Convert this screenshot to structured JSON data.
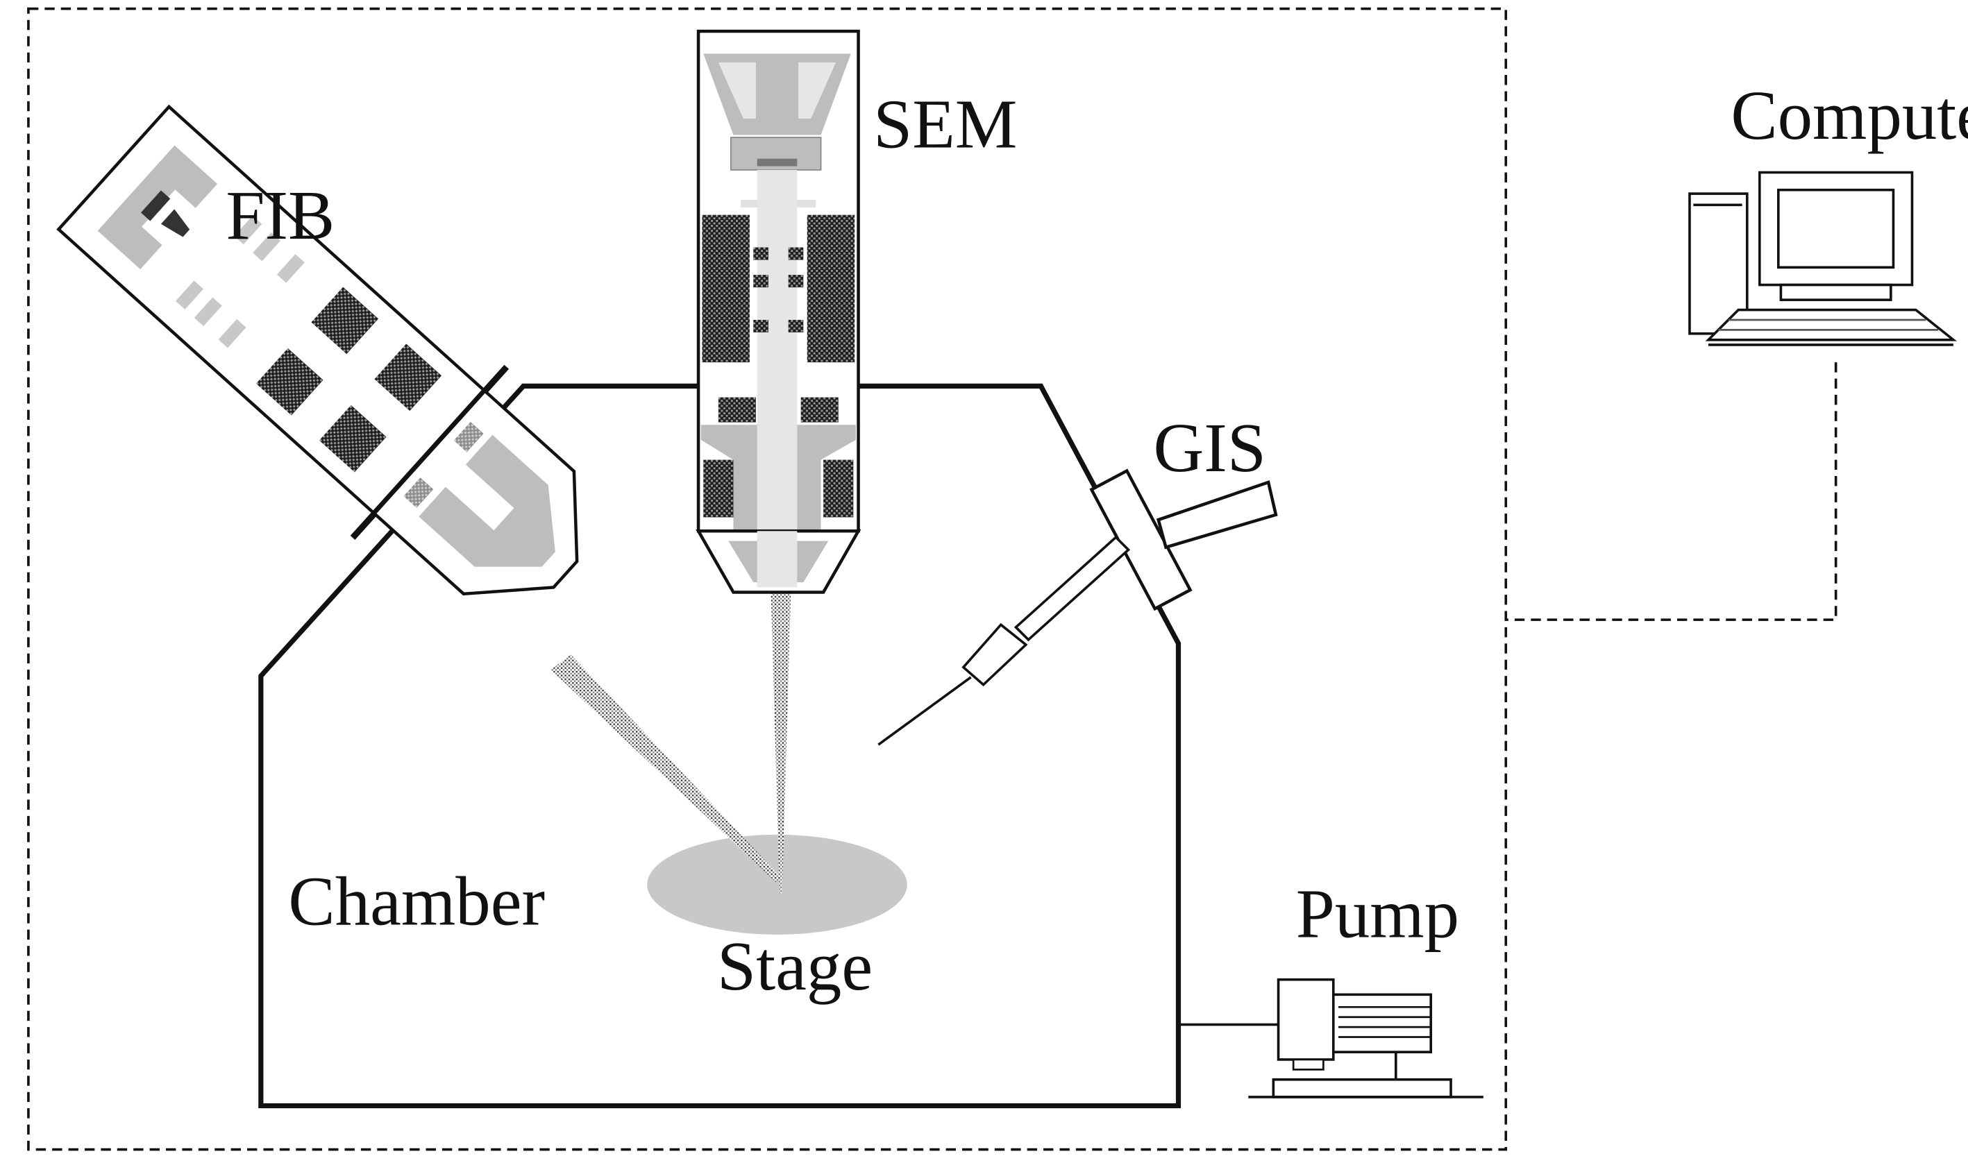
{
  "labels": {
    "fib": "FIB",
    "sem": "SEM",
    "gis": "GIS",
    "computer": "Computer",
    "chamber": "Chamber",
    "stage": "Stage",
    "pump": "Pump"
  },
  "colors": {
    "line": "#111111",
    "stage": "#c8c8c8",
    "column_light": "#e6e6e6",
    "column_mid": "#bdbdbd",
    "coil": "#1e1e1e"
  }
}
